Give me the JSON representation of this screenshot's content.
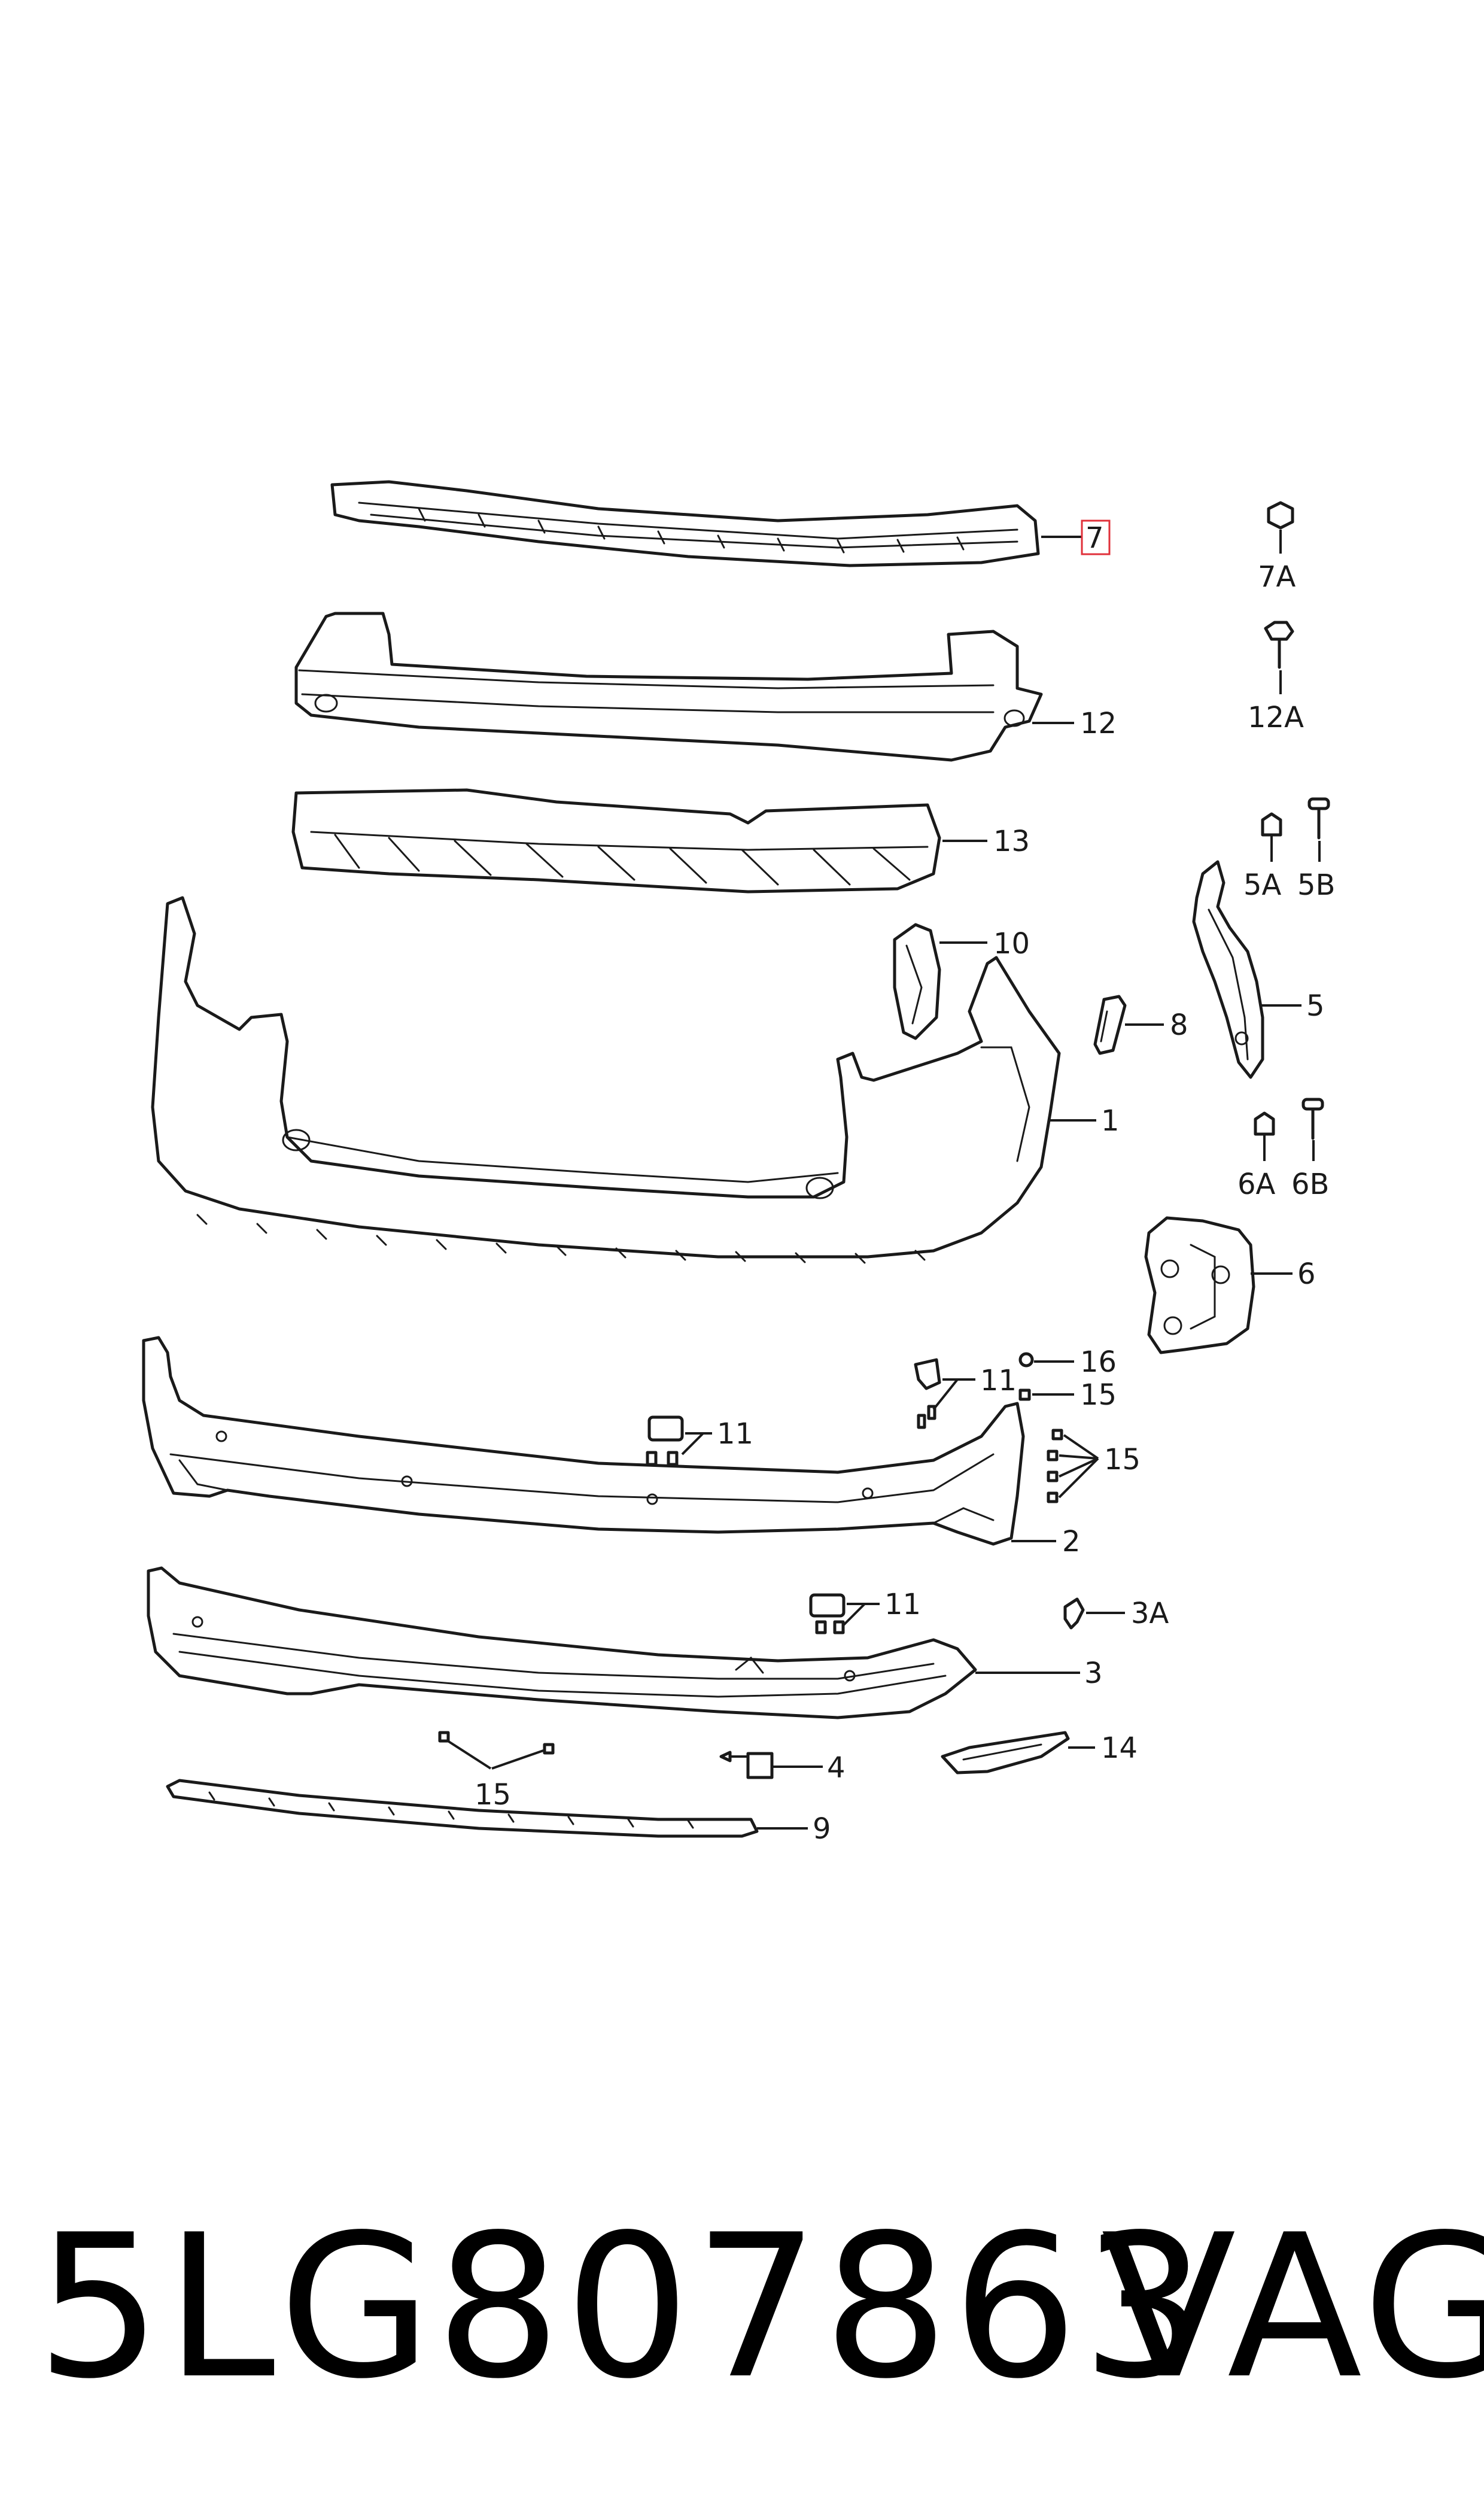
{
  "diagram": {
    "callouts": {
      "c1": "1",
      "c2": "2",
      "c3": "3",
      "c3a": "3A",
      "c4": "4",
      "c5": "5",
      "c5a": "5A",
      "c5b": "5B",
      "c6": "6",
      "c6a": "6A",
      "c6b": "6B",
      "c7": "7",
      "c7a": "7A",
      "c8": "8",
      "c9": "9",
      "c10": "10",
      "c11a": "11",
      "c11b": "11",
      "c11c": "11",
      "c12": "12",
      "c12a": "12A",
      "c13": "13",
      "c14": "14",
      "c15a": "15",
      "c15b": "15",
      "c15c": "15",
      "c16": "16"
    },
    "highlight_color": "#e0303a"
  },
  "footer": {
    "part_number": "5LG807863",
    "brand": "VAG"
  }
}
